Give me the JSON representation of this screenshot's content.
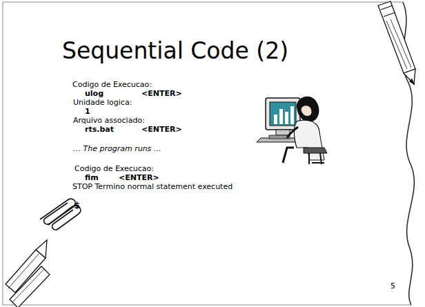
{
  "diagram": {
    "title": "Sequential Code (2)",
    "labels": [
      "Codigo de Execucao:",
      "ulog",
      "<ENTER>",
      "Unidade logica:",
      "1",
      "Arquivo associado:",
      "rts.bat",
      "<ENTER>",
      "… The program runs …",
      "Codigo de Execucao:",
      "fim",
      "<ENTER>",
      "STOP Termino normal statement executed",
      "$",
      "5"
    ]
  }
}
